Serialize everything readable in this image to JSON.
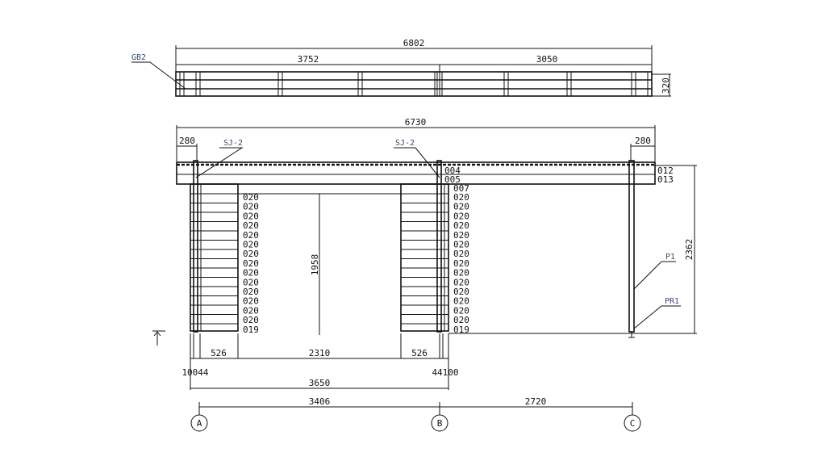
{
  "plan_view": {
    "tag": "GB2",
    "dim_total": "6802",
    "dim_left": "3752",
    "dim_right": "3050",
    "dim_height": "320"
  },
  "elevation": {
    "dim_total": "6730",
    "dim_overhang_left": "280",
    "dim_overhang_right": "280",
    "tag_left": "SJ-2",
    "tag_middle": "SJ-2",
    "tag_post": "P1",
    "tag_post_base": "PR1",
    "beam_labels": [
      "012",
      "013"
    ],
    "middle_top_labels": [
      "004",
      "005",
      "007"
    ],
    "left_log_labels": [
      "020",
      "020",
      "020",
      "020",
      "020",
      "020",
      "020",
      "020",
      "020",
      "020",
      "020",
      "020",
      "020",
      "020",
      "019"
    ],
    "right_log_labels": [
      "020",
      "020",
      "020",
      "020",
      "020",
      "020",
      "020",
      "020",
      "020",
      "020",
      "020",
      "020",
      "020",
      "020",
      "019"
    ],
    "dim_opening_height": "1958",
    "dim_total_height": "2362"
  },
  "bottom_dims": {
    "left_wall": "526",
    "opening": "2310",
    "right_wall": "526",
    "left_offsets": "10044",
    "right_offsets": "44100",
    "overall": "3650",
    "axis_ab": "3406",
    "axis_bc": "2720"
  },
  "axes": [
    "A",
    "B",
    "C"
  ]
}
